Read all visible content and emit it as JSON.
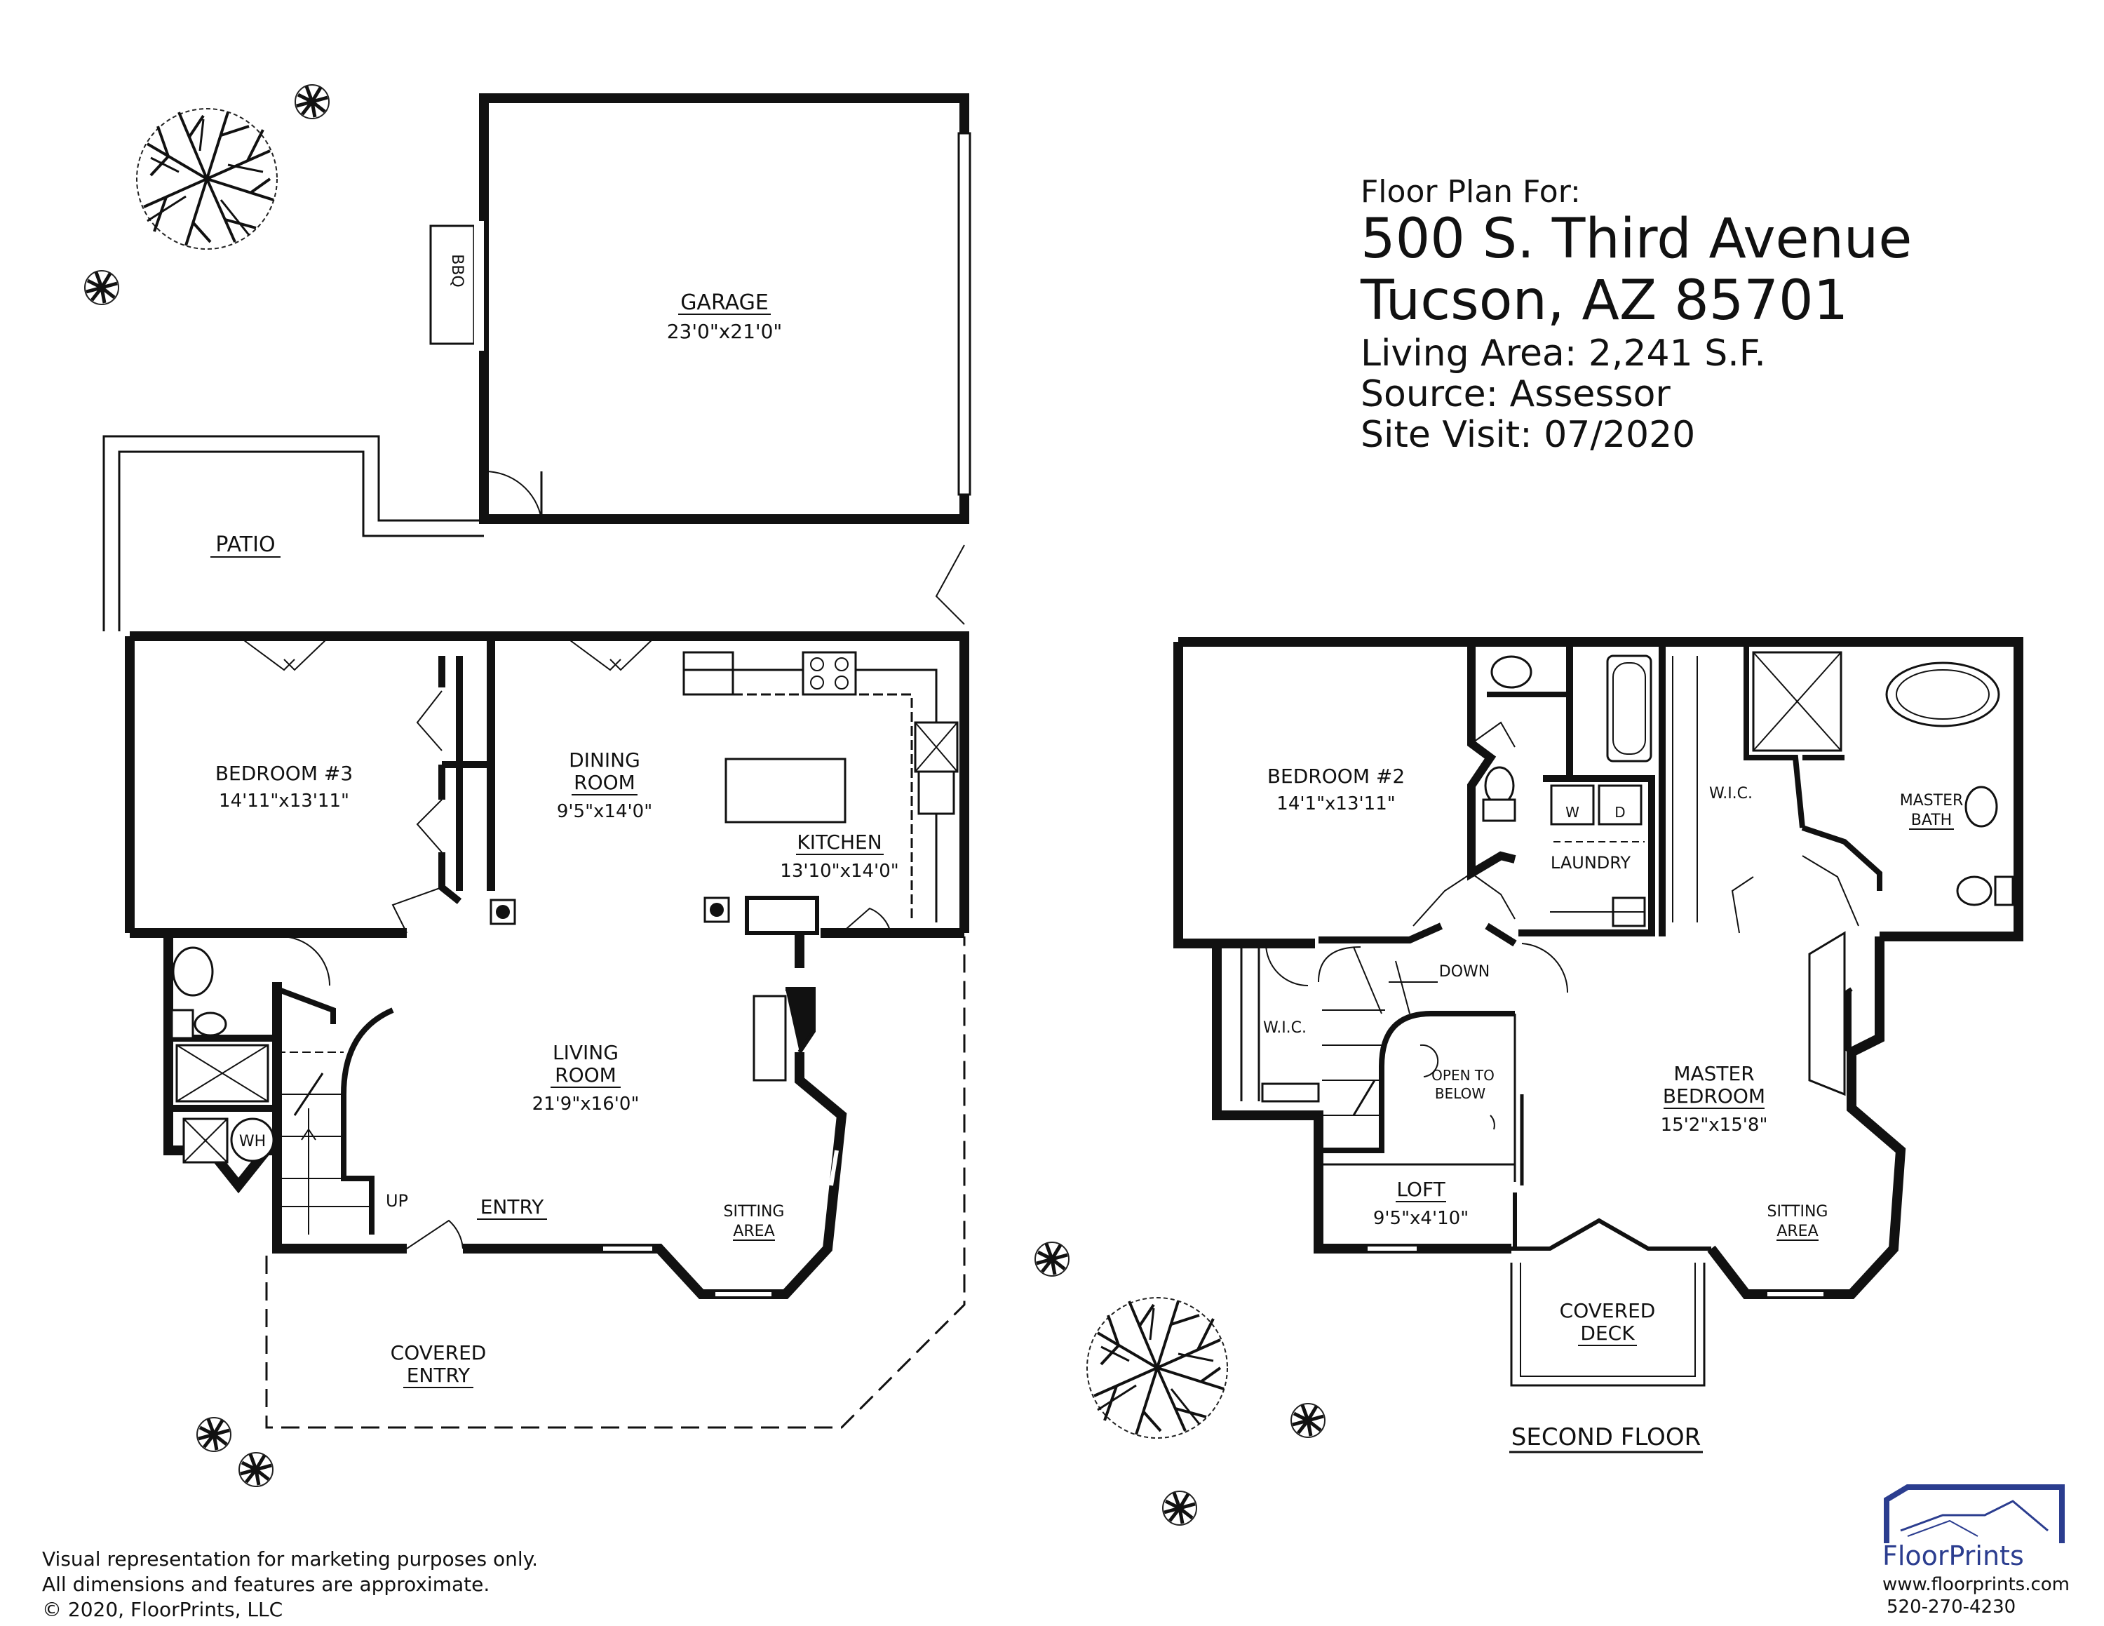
{
  "header": {
    "intro": "Floor Plan For:",
    "address_line1": "500 S. Third Avenue",
    "address_line2": "Tucson, AZ  85701",
    "living_area": "Living Area:  2,241 S.F.",
    "source": "Source:  Assessor",
    "site_visit": "Site Visit:  07/2020"
  },
  "first_floor": {
    "garage": {
      "name": "GARAGE",
      "dims": "23'0\"x21'0\""
    },
    "bbq": "BBQ",
    "patio": "PATIO",
    "bedroom3": {
      "name": "BEDROOM #3",
      "dims": "14'11\"x13'11\""
    },
    "dining": {
      "name1": "DINING",
      "name2": "ROOM",
      "dims": "9'5\"x14'0\""
    },
    "kitchen": {
      "name": "KITCHEN",
      "dims": "13'10\"x14'0\""
    },
    "living": {
      "name1": "LIVING",
      "name2": "ROOM",
      "dims": "21'9\"x16'0\""
    },
    "wh": "WH",
    "up": "UP",
    "entry": "ENTRY",
    "sitting": {
      "line1": "SITTING",
      "line2": "AREA"
    },
    "covered_entry": {
      "line1": "COVERED",
      "line2": "ENTRY"
    }
  },
  "second_floor": {
    "bedroom2": {
      "name": "BEDROOM #2",
      "dims": "14'1\"x13'11\""
    },
    "laundry": "LAUNDRY",
    "washer": "W",
    "dryer": "D",
    "wic_right": "W.I.C.",
    "master_bath": {
      "line1": "MASTER",
      "line2": "BATH"
    },
    "down": "DOWN",
    "wic_left": "W.I.C.",
    "open_below": {
      "line1": "OPEN TO",
      "line2": "BELOW"
    },
    "master_bedroom": {
      "line1": "MASTER",
      "line2": "BEDROOM",
      "dims": "15'2\"x15'8\""
    },
    "loft": {
      "name": "LOFT",
      "dims": "9'5\"x4'10\""
    },
    "sitting": {
      "line1": "SITTING",
      "line2": "AREA"
    },
    "covered_deck": {
      "line1": "COVERED",
      "line2": "DECK"
    },
    "floor_label": "SECOND FLOOR"
  },
  "footer": {
    "disclaimer1": "Visual representation for marketing purposes only.",
    "disclaimer2": "All dimensions and features are approximate.",
    "copyright": "© 2020, FloorPrints, LLC"
  },
  "brand": {
    "name": "FloorPrints",
    "website": "www.floorprints.com",
    "phone": "520-270-4230",
    "color": "#2b3d8f",
    "accent": "#55a64a"
  },
  "colors": {
    "wall": "#111111",
    "background": "#ffffff"
  },
  "icons": [
    "tree-icon",
    "shrub-icon",
    "house-logo-icon"
  ]
}
